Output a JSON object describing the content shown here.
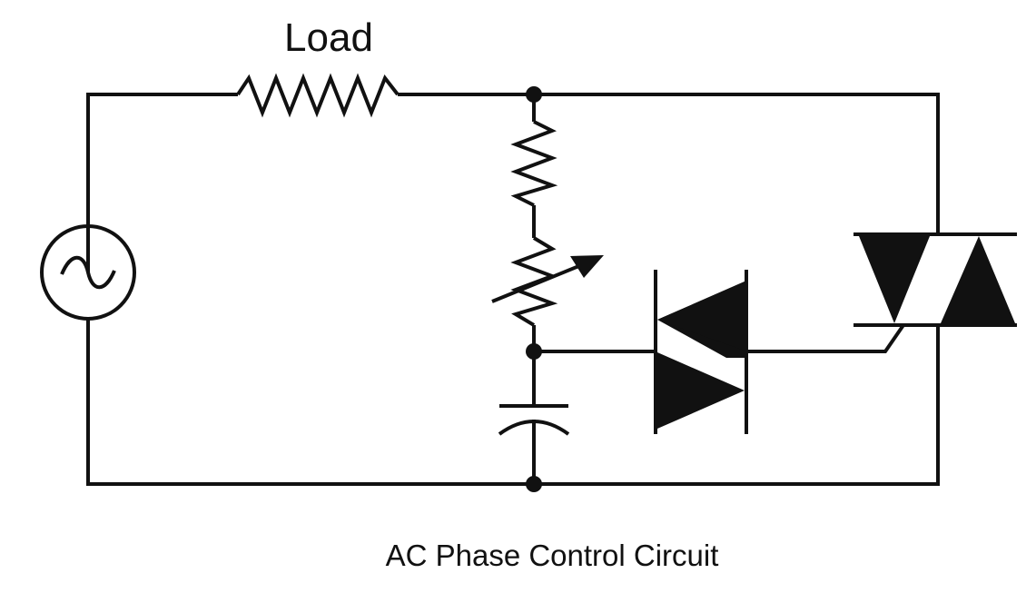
{
  "labels": {
    "load": "Load",
    "caption": "AC Phase Control Circuit"
  },
  "colors": {
    "ink": "#111111",
    "background": "#ffffff"
  },
  "components": [
    {
      "name": "ac-source",
      "icon": "ac-source-icon"
    },
    {
      "name": "load-resistor",
      "icon": "resistor-icon"
    },
    {
      "name": "fixed-resistor",
      "icon": "resistor-icon"
    },
    {
      "name": "variable-resistor",
      "icon": "potentiometer-icon"
    },
    {
      "name": "capacitor",
      "icon": "capacitor-icon"
    },
    {
      "name": "diac",
      "icon": "diac-icon"
    },
    {
      "name": "triac",
      "icon": "triac-icon"
    }
  ]
}
